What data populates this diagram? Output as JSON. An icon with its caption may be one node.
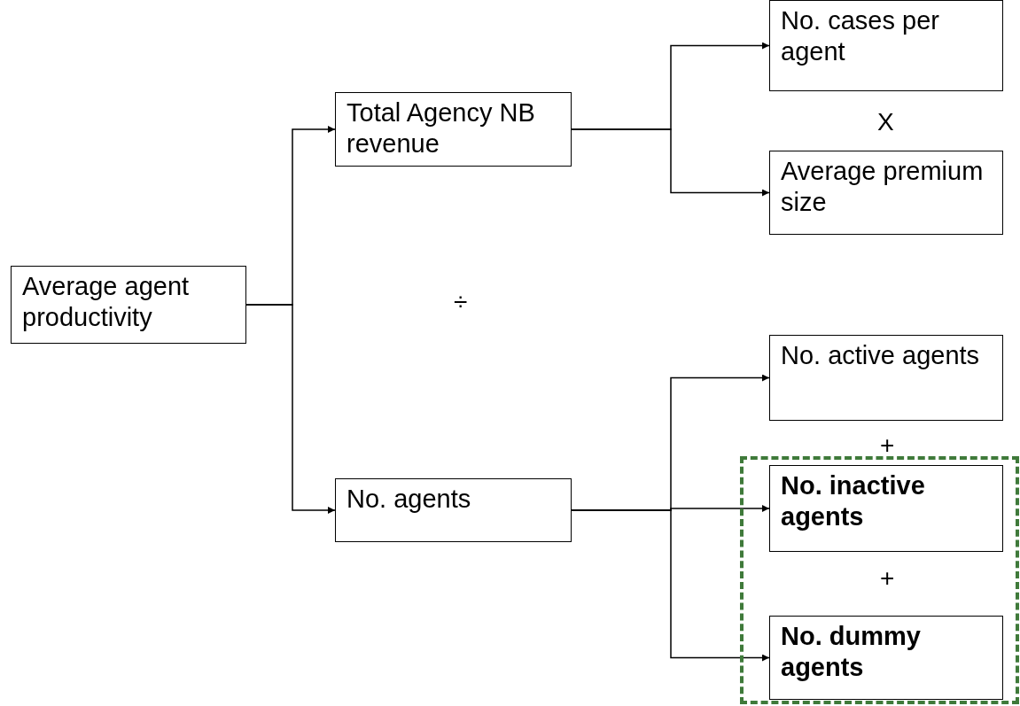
{
  "diagram": {
    "nodes": [
      {
        "text": [
          "Average agent productivity"
        ]
      },
      {
        "text": [
          "Total Agency NB revenue"
        ]
      },
      {
        "text": [
          "No. cases per agent"
        ]
      },
      {
        "text": [
          "Average premium size"
        ]
      },
      {
        "text": [
          "No. agents"
        ]
      },
      {
        "text": [
          "No. active agents"
        ]
      },
      {
        "text": [],
        "shape": "box"
      },
      {
        "text": [
          "No. inactive agents"
        ],
        "in": 6
      },
      {
        "text": [
          "No. dummy agents"
        ],
        "in": 6
      }
    ],
    "edges": [
      {
        "from": 0,
        "to": 1,
        "arrow": "to"
      },
      {
        "from": 0,
        "to": 4,
        "arrow": "to"
      },
      {
        "from": 1,
        "to": 2,
        "arrow": "to"
      },
      {
        "from": 1,
        "to": 3,
        "arrow": "to"
      },
      {
        "from": 4,
        "to": 5,
        "arrow": "to"
      },
      {
        "from": 4,
        "to": 7,
        "arrow": "to"
      },
      {
        "from": 4,
        "to": 8,
        "arrow": "to"
      }
    ],
    "labels": [
      "X",
      "÷",
      "+",
      "+"
    ]
  }
}
